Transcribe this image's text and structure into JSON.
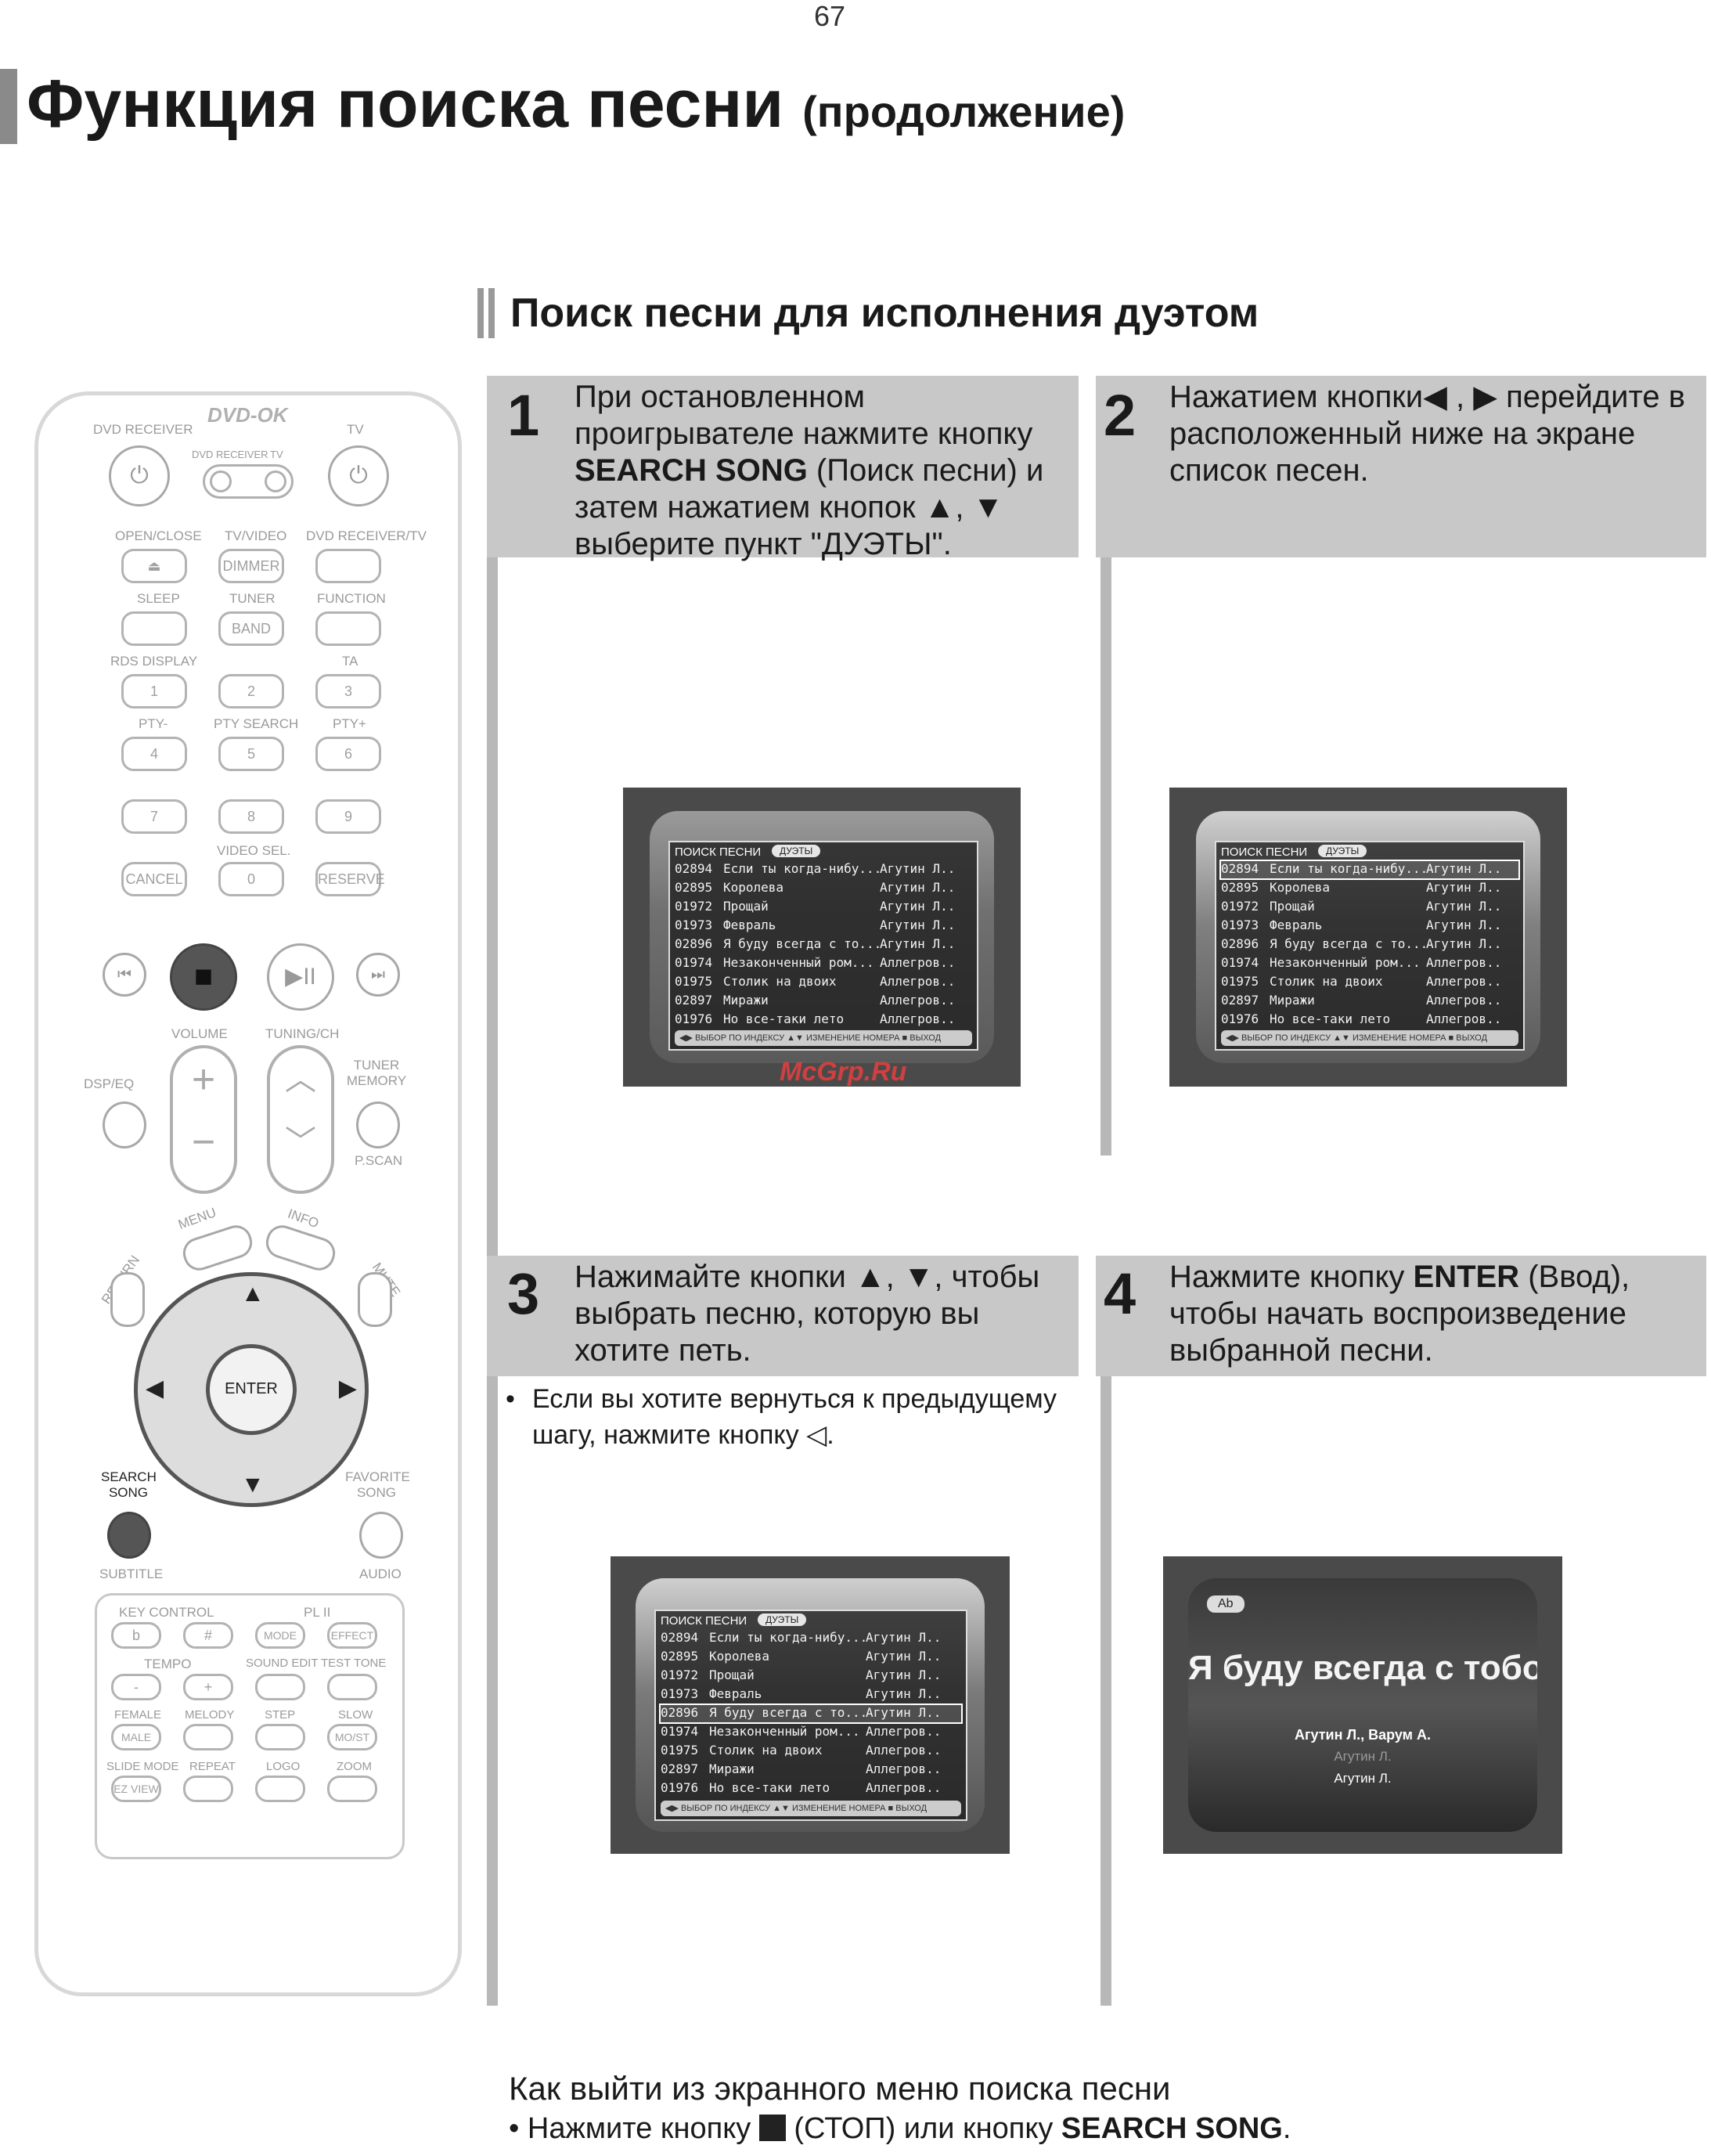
{
  "page_number": "67",
  "title": {
    "main": "Функция поиска песни",
    "sub": "(продолжение)"
  },
  "section_title": "Поиск песни для исполнения дуэтом",
  "steps": [
    {
      "num": "1",
      "text_parts": [
        "При остановленном проигрывателе нажмите кнопку ",
        "SEARCH SONG",
        " (Поиск песни) и затем нажатием кнопок ▲, ▼ выберите пункт \"ДУЭТЫ\"."
      ]
    },
    {
      "num": "2",
      "text": "Нажатием кнопки◀ , ▶ перейдите в расположенный ниже на экране список песен."
    },
    {
      "num": "3",
      "text": "Нажимайте кнопки ▲, ▼, чтобы выбрать песню, которую вы хотите петь."
    },
    {
      "num": "4",
      "text_parts": [
        "Нажмите кнопку ",
        "ENTER",
        " (Ввод), чтобы начать воспроизведение выбранной песни."
      ]
    }
  ],
  "step3_note": "Если вы хотите вернуться к предыдущему шагу, нажмите кнопку ◁.",
  "screen_menu": {
    "header": "ПОИСК ПЕСНИ",
    "tab": "ДУЭТЫ",
    "songs": [
      {
        "code": "02894",
        "title": "Если ты когда-нибу...",
        "artist": "Агутин Л...."
      },
      {
        "code": "02895",
        "title": "Королева",
        "artist": "Агутин Л...."
      },
      {
        "code": "01972",
        "title": "Прощай",
        "artist": "Агутин Л...."
      },
      {
        "code": "01973",
        "title": "Февраль",
        "artist": "Агутин Л...."
      },
      {
        "code": "02896",
        "title": "Я буду всегда с то...",
        "artist": "Агутин Л...."
      },
      {
        "code": "01974",
        "title": "Незаконченный ром...",
        "artist": "Аллегров..."
      },
      {
        "code": "01975",
        "title": "Столик на двоих",
        "artist": "Аллегров..."
      },
      {
        "code": "02897",
        "title": "Миражи",
        "artist": "Аллегров..."
      },
      {
        "code": "01976",
        "title": "Но все-таки лето",
        "artist": "Аллегров..."
      }
    ],
    "footer": "◀▶ ВЫБОР ПО ИНДЕКСУ  ▲▼ ИЗМЕНЕНИЕ НОМЕРА  ■ ВЫХОД"
  },
  "playback_screen": {
    "icon_label": "Ab",
    "song_title": "Я буду всегда с тобой",
    "performers": "Агутин Л., Варум А.",
    "line2": "Агутин Л.",
    "line3": "Агутин Л."
  },
  "watermark": "McGrp.Ru",
  "footer": {
    "title": "Как выйти из экранного меню поиска песни",
    "line_parts": [
      "Нажмите кнопку ",
      " (СТОП) или кнопку ",
      "SEARCH SONG",
      "."
    ]
  },
  "remote": {
    "brand": "DVD-OK",
    "labels": {
      "dvd_receiver": "DVD RECEIVER",
      "tv": "TV",
      "switch_left": "DVD RECEIVER",
      "switch_right": "TV",
      "open_close": "OPEN/CLOSE",
      "tv_video": "TV/VIDEO",
      "dvd_receiver_tv": "DVD RECEIVER/TV",
      "dimmer": "DIMMER",
      "sleep": "SLEEP",
      "tuner": "TUNER",
      "function": "FUNCTION",
      "band": "BAND",
      "rds_display": "RDS DISPLAY",
      "ta": "TA",
      "pty_minus": "PTY-",
      "pty_search": "PTY SEARCH",
      "pty_plus": "PTY+",
      "video_sel": "VIDEO SEL.",
      "cancel": "CANCEL",
      "reserve": "RESERVE",
      "volume": "VOLUME",
      "tuning_ch": "TUNING/CH",
      "dsp_eq": "DSP/EQ",
      "tuner_memory": "TUNER MEMORY",
      "pscan": "P.SCAN",
      "menu": "MENU",
      "info": "INFO",
      "return": "RETURN",
      "mute": "MUTE",
      "enter": "ENTER",
      "search_song": "SEARCH SONG",
      "favorite_song": "FAVORITE SONG",
      "subtitle": "SUBTITLE",
      "audio": "AUDIO",
      "key_control": "KEY CONTROL",
      "pl_ii": "PL II",
      "mode": "MODE",
      "effect": "EFFECT",
      "tempo": "TEMPO",
      "sound_edit": "SOUND EDIT",
      "test_tone": "TEST TONE",
      "female": "FEMALE",
      "melody": "MELODY",
      "step": "STEP",
      "slow": "SLOW",
      "male": "MALE",
      "mo_st": "MO/ST",
      "slide_mode": "SLIDE MODE",
      "repeat": "REPEAT",
      "logo": "LOGO",
      "zoom": "ZOOM",
      "ez_view": "EZ VIEW"
    },
    "digits": [
      "1",
      "2",
      "3",
      "4",
      "5",
      "6",
      "7",
      "8",
      "9",
      "0"
    ],
    "key_signs": [
      "b",
      "#",
      "-",
      "+"
    ]
  }
}
